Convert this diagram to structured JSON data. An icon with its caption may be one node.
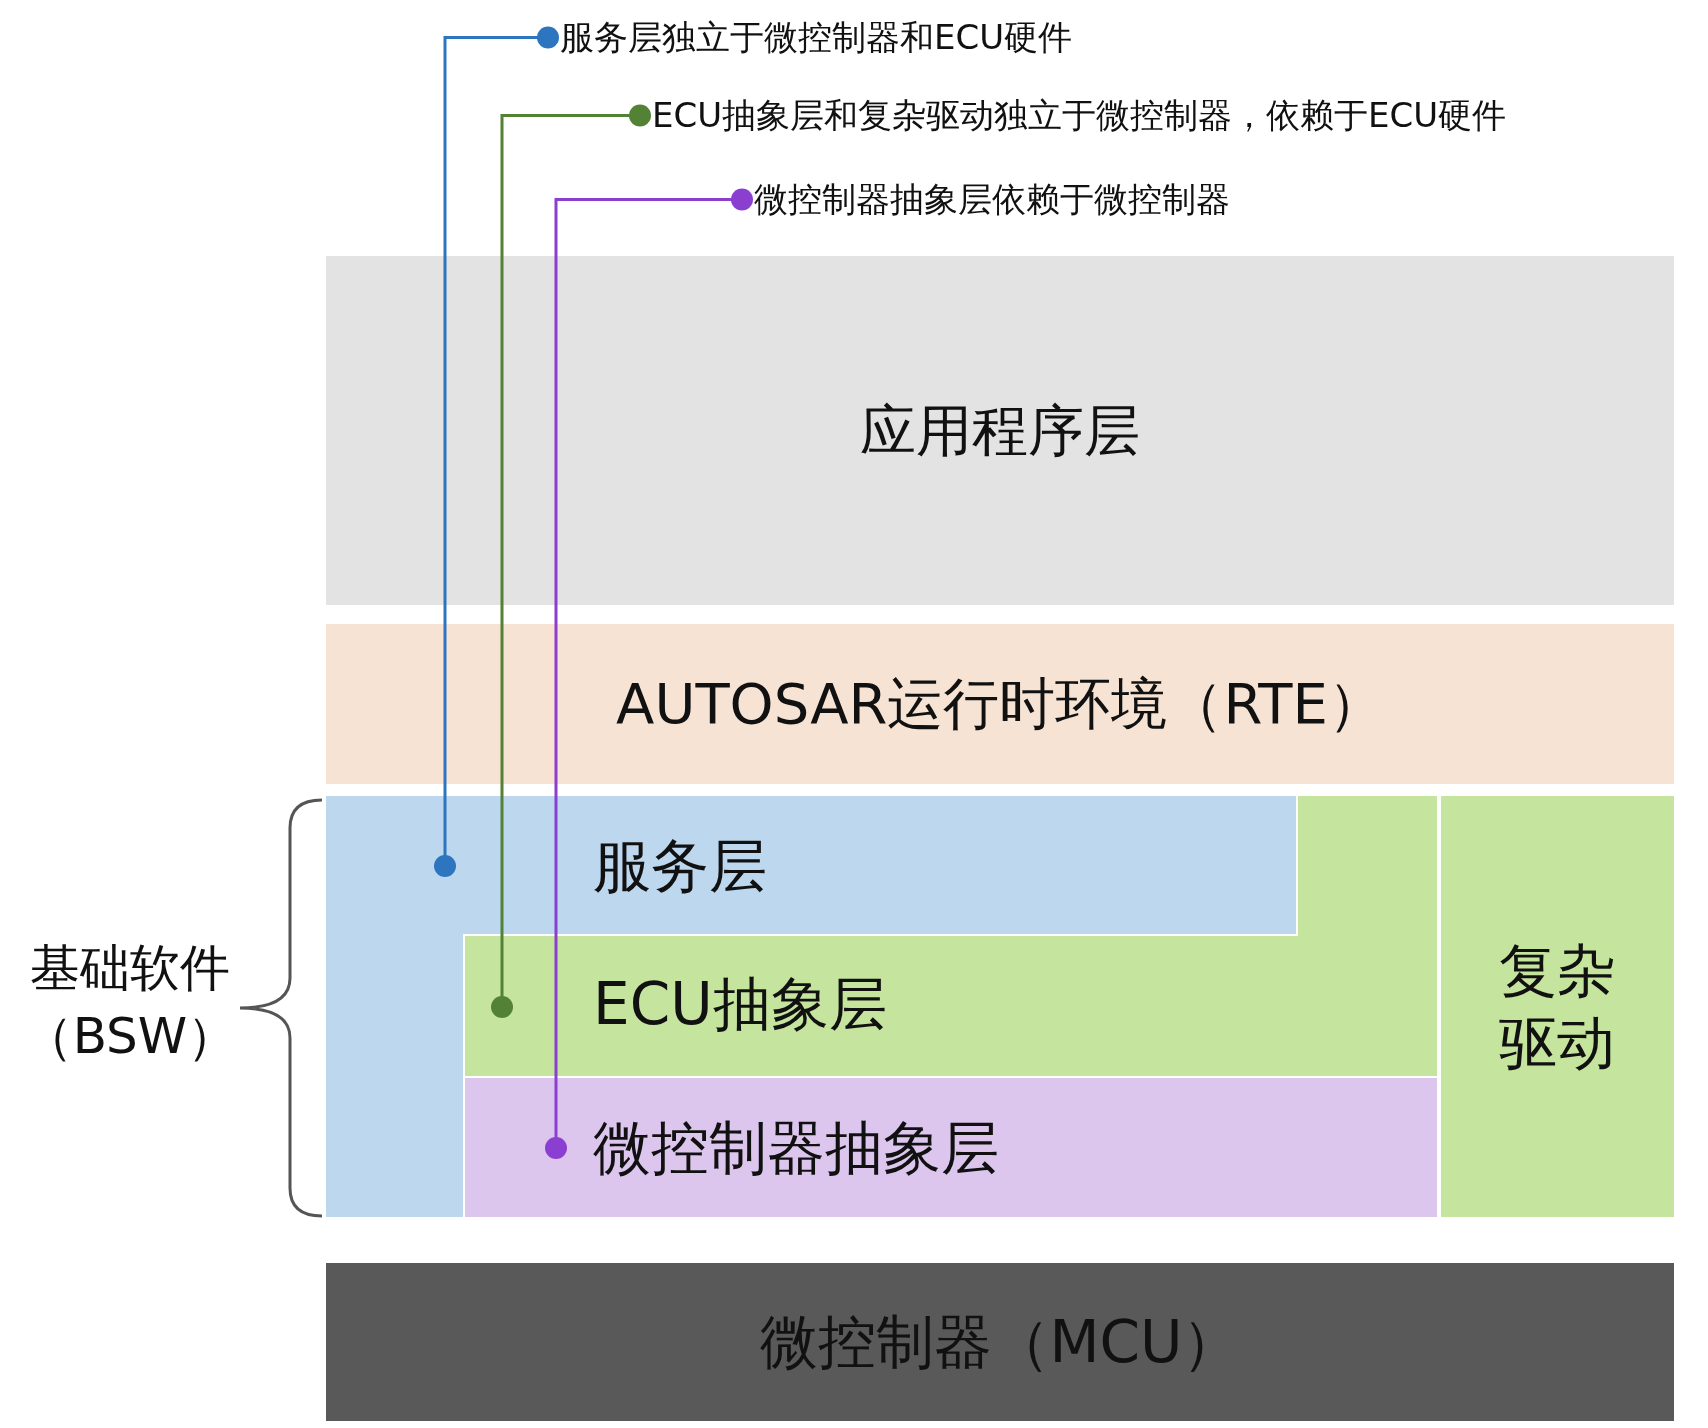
{
  "diagram": {
    "nodes": [
      {
        "text": [
          "应用程序层"
        ]
      },
      {
        "text": [
          "AUTOSAR运行时环境（RTE）"
        ]
      },
      {
        "text": [
          "服务层"
        ]
      },
      {
        "text": [
          "ECU抽象层"
        ]
      },
      {
        "text": [
          "微控制器抽象层"
        ]
      },
      {
        "text": [
          "复杂驱动"
        ]
      },
      {
        "text": [
          "微控制器（MCU）"
        ]
      },
      {
        "text": [
          "服务层独立于微控制器和ECU硬件"
        ]
      },
      {
        "text": [
          "ECU抽象层和复杂驱动独立于微控制器，依赖于ECU硬件"
        ]
      },
      {
        "text": [
          "微控制器抽象层依赖于微控制器"
        ]
      }
    ],
    "edges": [
      {
        "from": 7,
        "to": 2,
        "arrow": "other",
        "color": "#2e75c0"
      },
      {
        "from": 8,
        "to": 3,
        "arrow": "other",
        "color": "#538135"
      },
      {
        "from": 9,
        "to": 4,
        "arrow": "other",
        "color": "#8b3fd0"
      }
    ],
    "labels": [
      "基础软件（BSW）"
    ]
  }
}
